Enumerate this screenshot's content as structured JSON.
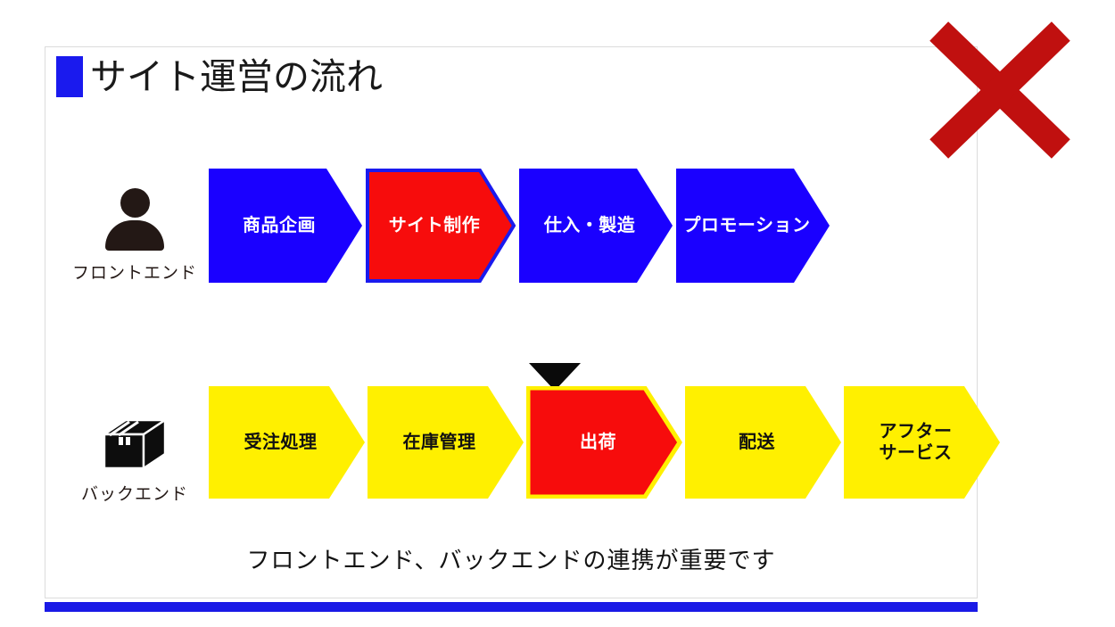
{
  "title": {
    "marker_color": "#1a1aee",
    "text": "サイト運営の流れ"
  },
  "rows": [
    {
      "id": "frontend",
      "label": "フロントエンド",
      "icon": "person-icon",
      "steps": [
        {
          "label": "商品企画",
          "color": "blue",
          "highlight": false
        },
        {
          "label": "サイト制作",
          "color": "red",
          "highlight": true
        },
        {
          "label": "仕入・製造",
          "color": "blue",
          "highlight": false
        },
        {
          "label": "プロモーション",
          "color": "blue",
          "highlight": false
        }
      ]
    },
    {
      "id": "backend",
      "label": "バックエンド",
      "icon": "box-icon",
      "steps": [
        {
          "label": "受注処理",
          "color": "yellow",
          "highlight": false
        },
        {
          "label": "在庫管理",
          "color": "yellow",
          "highlight": false
        },
        {
          "label": "出荷",
          "color": "red",
          "highlight": true
        },
        {
          "label": "配送",
          "color": "yellow",
          "highlight": false
        },
        {
          "label": "アフター\nサービス",
          "color": "yellow",
          "highlight": false
        }
      ]
    }
  ],
  "flow_connector": "down-triangle",
  "caption": "フロントエンド、バックエンドの連携が重要です",
  "x_mark": {
    "name": "red-x-mark",
    "color": "#c0100f"
  },
  "bottom_bar_color": "#1a1ae6",
  "colors": {
    "blue": "#1a00ff",
    "blue_border": "#1a1aee",
    "red": "#f70c0c",
    "yellow": "#fff000",
    "icon_dark": "#231815",
    "caption_text": "#121212"
  }
}
